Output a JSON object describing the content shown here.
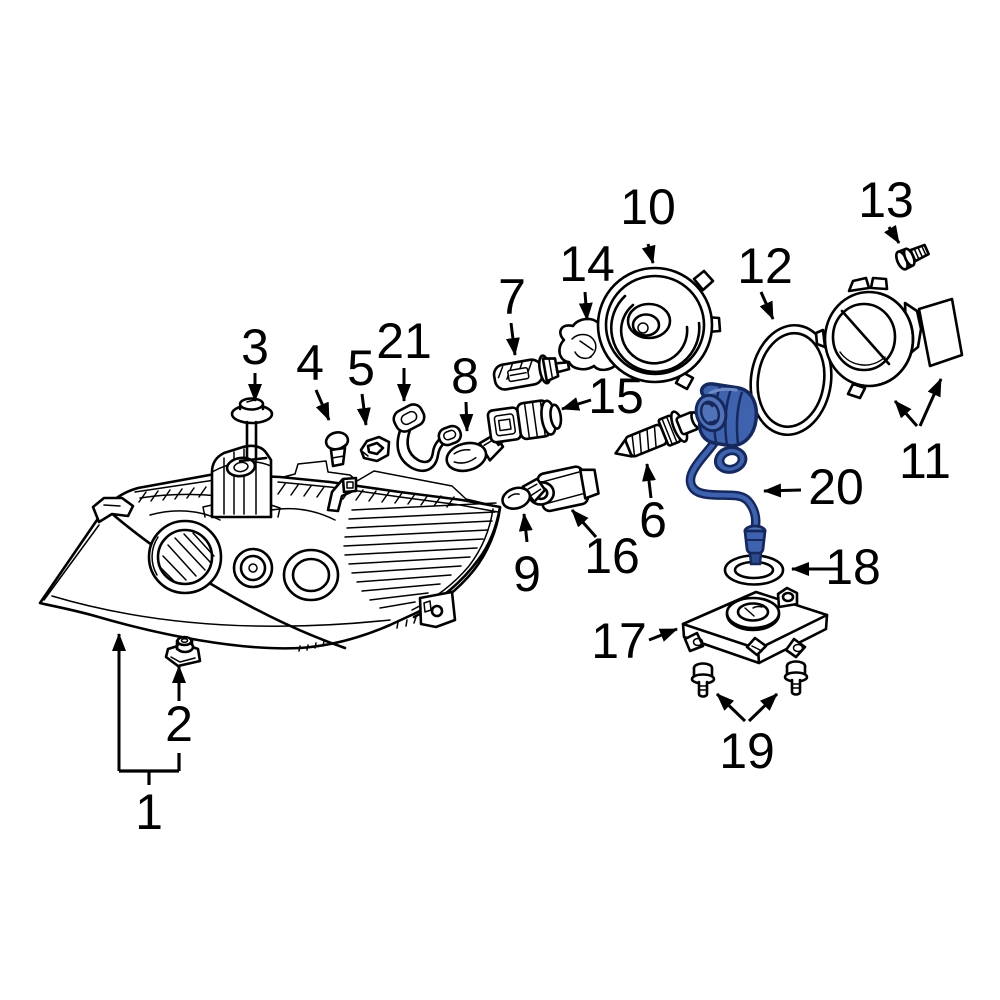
{
  "diagram": {
    "subject": "headlight-assembly-exploded-view",
    "style": "black-line-art-on-white",
    "highlighted_callout": "20"
  },
  "colors": {
    "background": "#ffffff",
    "line": "#000000",
    "highlight": "#3f62ae",
    "highlight_dark": "#16295e",
    "highlight_light": "#5272b8",
    "highlight_shadow": "#2c4a8e"
  },
  "callouts": [
    {
      "num": "1",
      "part": "headlamp-assembly"
    },
    {
      "num": "2",
      "part": "mounting-clip-nut"
    },
    {
      "num": "3",
      "part": "adjusting-screw"
    },
    {
      "num": "4",
      "part": "screw-plug"
    },
    {
      "num": "5",
      "part": "clip-nut"
    },
    {
      "num": "6",
      "part": "hid-bulb"
    },
    {
      "num": "7",
      "part": "halogen-bulb"
    },
    {
      "num": "8",
      "part": "signal-bulb"
    },
    {
      "num": "9",
      "part": "wedge-bulb"
    },
    {
      "num": "10",
      "part": "seal-cover"
    },
    {
      "num": "11",
      "part": "retaining-ring-and-shield"
    },
    {
      "num": "12",
      "part": "gasket-ring"
    },
    {
      "num": "13",
      "part": "bolt"
    },
    {
      "num": "14",
      "part": "bulb-socket"
    },
    {
      "num": "15",
      "part": "bulb-socket"
    },
    {
      "num": "16",
      "part": "bulb-socket"
    },
    {
      "num": "17",
      "part": "ballast-control-unit"
    },
    {
      "num": "18",
      "part": "o-ring"
    },
    {
      "num": "19",
      "part": "mounting-bolts"
    },
    {
      "num": "20",
      "part": "igniter-wire-harness",
      "highlighted": true
    },
    {
      "num": "21",
      "part": "wire-harness-clip"
    }
  ]
}
